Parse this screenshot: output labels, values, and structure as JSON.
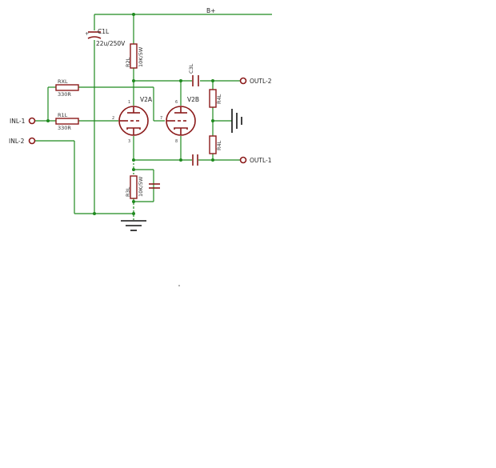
{
  "labels": {
    "b_plus": "B+",
    "c1_name": "C1L",
    "c1_value": "22u/250V",
    "r2_name": "R2L",
    "r2_value": "10K/5W",
    "rxl_name": "RXL",
    "rxl_value": "330R",
    "r1_name": "R1L",
    "r1_value": "330R",
    "v2a": "V2A",
    "v2b": "V2B",
    "c3_name": "C3L",
    "r4_top": "R4L",
    "r4_bottom": "R4L",
    "r3_name": "R3L",
    "r3_value": "10K/5W",
    "in1": "INL-1",
    "in2": "INL-2",
    "out2": "OUTL-2",
    "out1": "OUTL-1",
    "pin_v2a_top": "1",
    "pin_v2a_left": "2",
    "pin_v2a_bottom": "3",
    "pin_v2b_top": "6",
    "pin_v2b_left": "7",
    "pin_v2b_bottom": "8"
  },
  "colors": {
    "wire": "#1f8a1f",
    "component": "#8b1a1a",
    "ground": "#111111"
  }
}
